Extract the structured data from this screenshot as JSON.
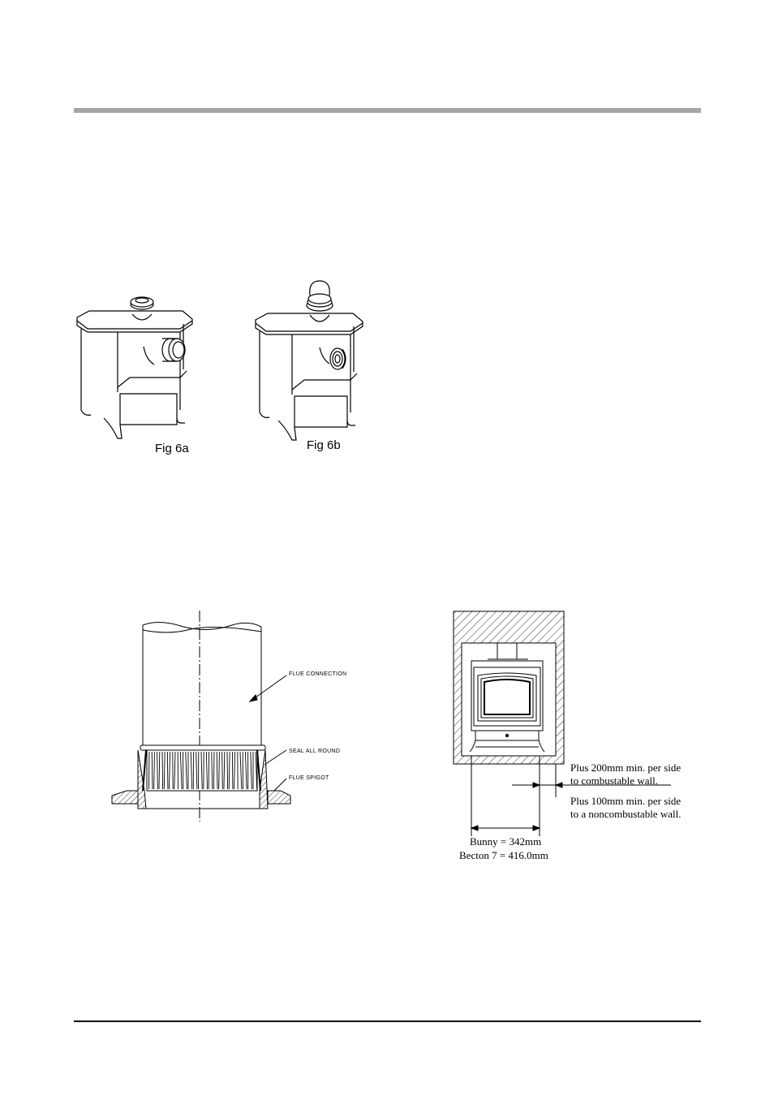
{
  "figures": {
    "fig6a": {
      "caption": "Fig 6a"
    },
    "fig6b": {
      "caption": "Fig 6b"
    }
  },
  "flue_diagram": {
    "label_connection": "FLUE CONNECTION",
    "label_seal": "SEAL ALL ROUND",
    "label_spigot": "FLUE SPIGOT"
  },
  "clearance_diagram": {
    "note_combustable_1": "Plus 200mm min. per side",
    "note_combustable_2": "to combustable wall.",
    "note_noncombustable_1": "Plus 100mm min. per side",
    "note_noncombustable_2": "to a noncombustable wall.",
    "width_bunny": "Bunny = 342mm",
    "width_becton": "Becton 7 = 416.0mm"
  }
}
